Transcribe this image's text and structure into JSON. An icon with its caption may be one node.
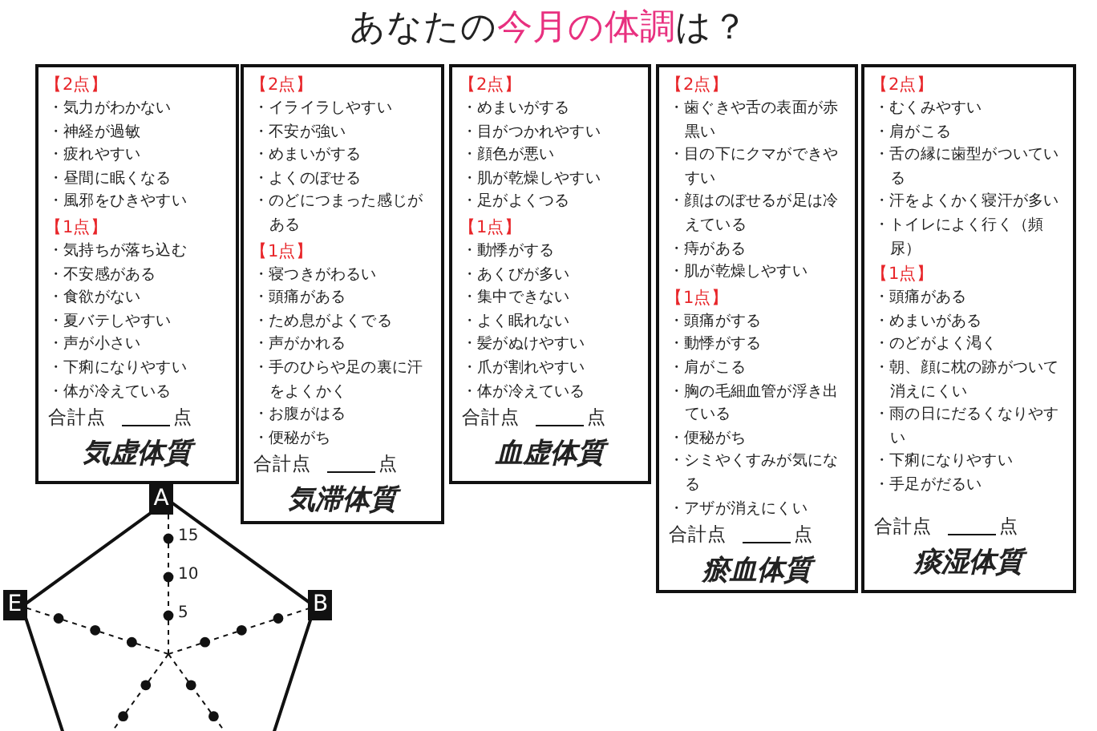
{
  "diagram": {
    "title": "あなたの**今月の体調**は？",
    "nodes": [
      {
        "text": [
          "【2点】",
          "・気力がわかない",
          "・神経が過敏",
          "・疲れやすい",
          "・昼間に眠くなる",
          "・風邪をひきやすい",
          "【1点】",
          "・気持ちが落ち込む",
          "・不安感がある",
          "・食欲がない",
          "・夏バテしやすい",
          "・声が小さい",
          "・下痢になりやすい",
          "・体が冷えている",
          "合計点",
          "点",
          "気虚体質"
        ]
      },
      {
        "text": [
          "【2点】",
          "・イライラしやすい",
          "・不安が強い",
          "・めまいがする",
          "・よくのぼせる",
          "・のどにつまった感じがある",
          "【1点】",
          "・寝つきがわるい",
          "・頭痛がある",
          "・ため息がよくでる",
          "・声がかれる",
          "・手のひらや足の裏に汗をよくかく",
          "・お腹がはる",
          "・便秘がち",
          "合計点",
          "点",
          "気滞体質"
        ]
      },
      {
        "text": [
          "【2点】",
          "・めまいがする",
          "・目がつかれやすい",
          "・顔色が悪い",
          "・肌が乾燥しやすい",
          "・足がよくつる",
          "【1点】",
          "・動悸がする",
          "・あくびが多い",
          "・集中できない",
          "・よく眠れない",
          "・髪がぬけやすい",
          "・爪が割れやすい",
          "・体が冷えている",
          "合計点",
          "点",
          "血虚体質"
        ]
      },
      {
        "text": [
          "【2点】",
          "・歯ぐきや舌の表面が赤黒い",
          "・目の下にクマができやすい",
          "・顔はのぼせるが足は冷えている",
          "・痔がある",
          "・肌が乾燥しやすい",
          "【1点】",
          "・頭痛がする",
          "・動悸がする",
          "・肩がこる",
          "・胸の毛細血管が浮き出ている",
          "・便秘がち",
          "・シミやくすみが気になる",
          "・アザが消えにくい",
          "合計点",
          "点",
          "瘀血体質"
        ]
      },
      {
        "text": [
          "【2点】",
          "・むくみやすい",
          "・肩がこる",
          "・舌の縁に歯型がついている",
          "・汗をよくかく寝汗が多い",
          "・トイレによく行く（頻尿）",
          "【1点】",
          "・頭痛がある",
          "・めまいがある",
          "・のどがよく渇く",
          "・朝、顔に枕の跡がついて消えにくい",
          "・雨の日にだるくなりやすい",
          "・下痢になりやすい",
          "・手足がだるい",
          "合計点",
          "点",
          "痰湿体質"
        ]
      }
    ],
    "labels": [
      "A",
      "B",
      "E",
      "15",
      "10",
      "5"
    ]
  }
}
